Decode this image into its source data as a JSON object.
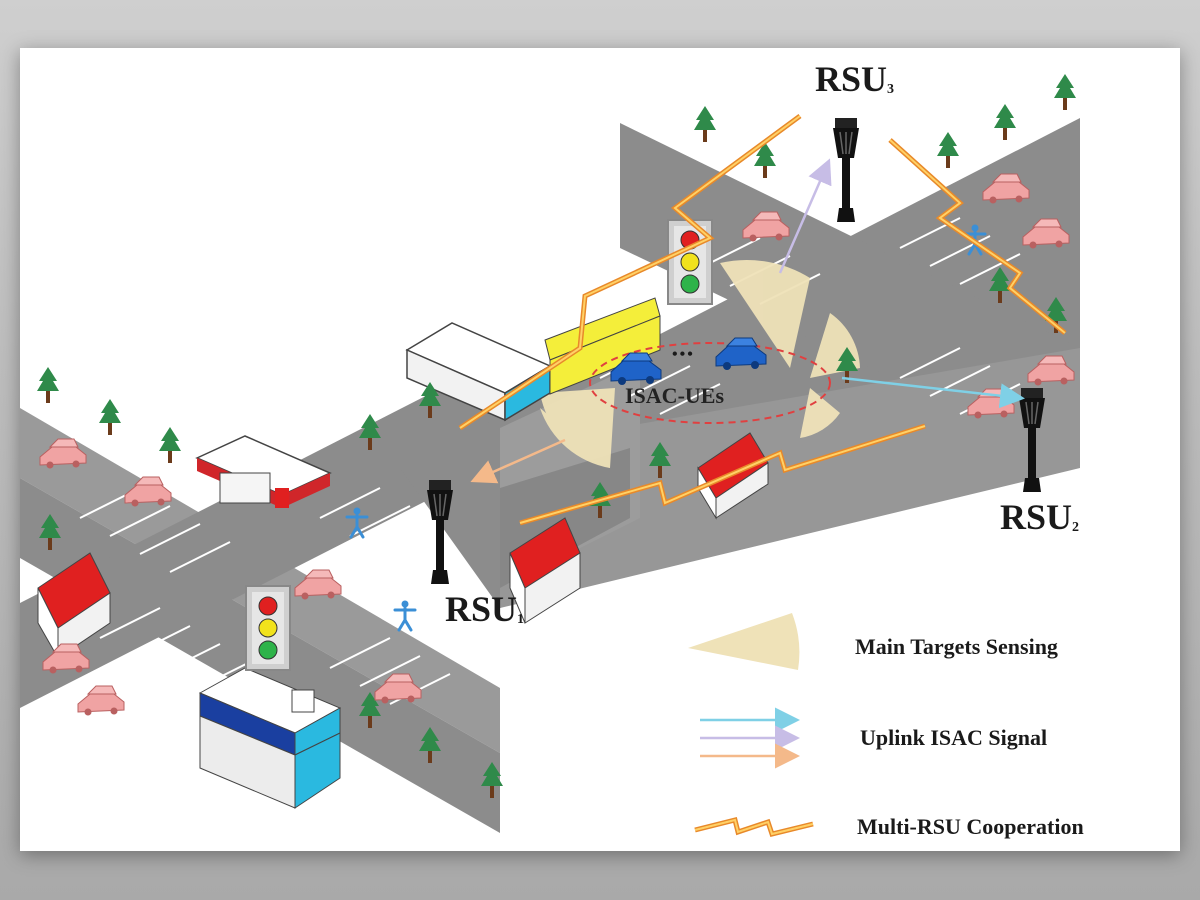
{
  "rsu_labels": [
    {
      "id": "RSU1",
      "main": "RSU",
      "sub": "1"
    },
    {
      "id": "RSU2",
      "main": "RSU",
      "sub": "2"
    },
    {
      "id": "RSU3",
      "main": "RSU",
      "sub": "3"
    }
  ],
  "ue_cluster_label": "ISAC-UEs",
  "ue_cluster_ellipsis": "•••",
  "legend": {
    "sensing": "Main Targets Sensing",
    "uplink": "Uplink ISAC Signal",
    "cooperation": "Multi-RSU Cooperation"
  },
  "colors": {
    "road": "#8c8c8c",
    "road_top": "#9a9a9a",
    "sensing_beam": "#efe2b8",
    "uplink_cyan": "#7fd0e6",
    "uplink_lavender": "#c7bde6",
    "uplink_orange": "#f4b98a",
    "cooperation_bolt": "#f5a623",
    "ue_car": "#1f63c8",
    "parked_car": "#f0a3a3",
    "tree": "#2f8a4a",
    "roof_red": "#e02020"
  }
}
